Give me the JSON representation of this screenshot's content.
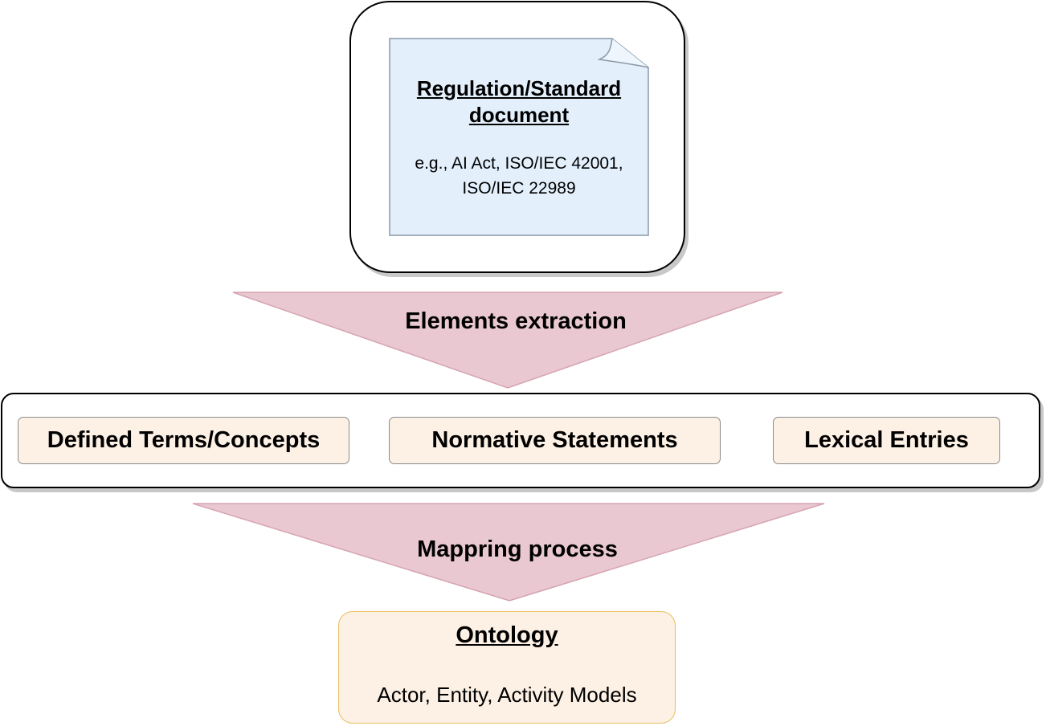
{
  "document": {
    "title": "Regulation/Standard document",
    "examples": "e.g., AI Act, ISO/IEC 42001, ISO/IEC 22989"
  },
  "step1": {
    "label": "Elements extraction"
  },
  "elements": [
    {
      "label": "Defined Terms/Concepts"
    },
    {
      "label": "Normative Statements"
    },
    {
      "label": "Lexical Entries"
    }
  ],
  "step2": {
    "label": "Mappring process"
  },
  "ontology": {
    "title": "Ontology",
    "subtitle": "Actor, Entity, Activity Models"
  },
  "colors": {
    "note_fill": "#e3f0fc",
    "note_stroke": "#8a98a8",
    "funnel_fill": "#e9c8d1",
    "funnel_stroke": "#d6a4b1",
    "element_fill": "#fdf0e4",
    "ontology_stroke": "#e8c063"
  }
}
